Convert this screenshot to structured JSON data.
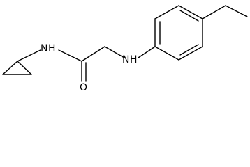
{
  "molecule": {
    "atom_labels": {
      "amide_n": "N",
      "amide_h": "H",
      "carbonyl_o": "O",
      "amine_n": "N",
      "amine_h": "H"
    },
    "bond_color": "#000000",
    "background": "#ffffff"
  }
}
